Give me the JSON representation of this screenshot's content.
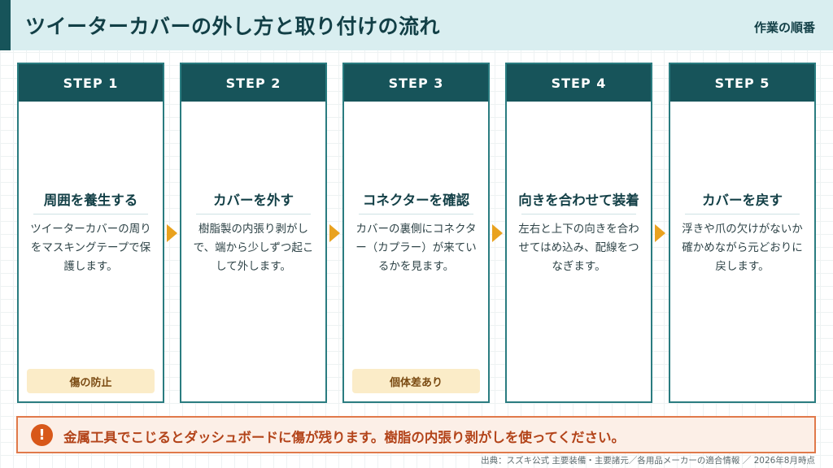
{
  "header": {
    "title": "ツイーターカバーの外し方と取り付けの流れ",
    "subtitle": "作業の順番"
  },
  "steps": [
    {
      "label": "STEP 1",
      "title": "周囲を養生する",
      "desc": "ツイーターカバーの周りをマスキングテープで保護します。",
      "badge": "傷の防止"
    },
    {
      "label": "STEP 2",
      "title": "カバーを外す",
      "desc": "樹脂製の内張り剥がしで、端から少しずつ起こして外します。",
      "badge": ""
    },
    {
      "label": "STEP 3",
      "title": "コネクターを確認",
      "desc": "カバーの裏側にコネクター（カプラー）が来ているかを見ます。",
      "badge": "個体差あり"
    },
    {
      "label": "STEP 4",
      "title": "向きを合わせて装着",
      "desc": "左右と上下の向きを合わせてはめ込み、配線をつなぎます。",
      "badge": ""
    },
    {
      "label": "STEP 5",
      "title": "カバーを戻す",
      "desc": "浮きや爪の欠けがないか確かめながら元どおりに戻します。",
      "badge": ""
    }
  ],
  "warning": {
    "icon": "exclamation-icon",
    "text": "金属工具でこじるとダッシュボードに傷が残ります。樹脂の内張り剥がしを使ってください。"
  },
  "source": "出典：スズキ公式 主要装備・主要諸元／各用品メーカーの適合情報 ／ 2026年8月時点",
  "colors": {
    "header_bg": "#d9eef0",
    "accent_dark": "#17545a",
    "card_border": "#2a7c80",
    "arrow": "#e9a21f",
    "badge_bg": "#fbecc8",
    "warning_border": "#e0794a",
    "warning_text": "#b3441a"
  }
}
